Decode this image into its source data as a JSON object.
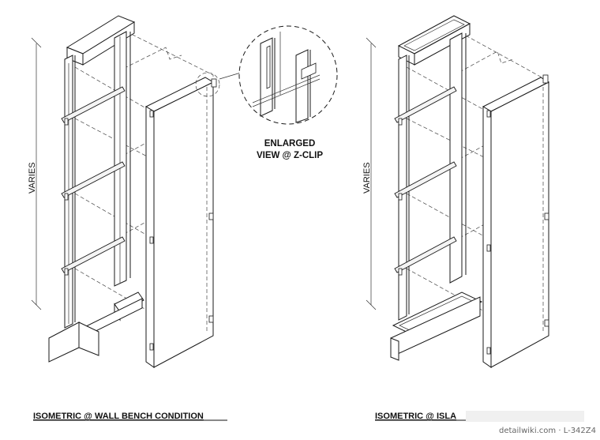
{
  "labels": {
    "dim_left": "VARIES",
    "dim_right": "VARIES",
    "callout_line1": "ENLARGED",
    "callout_line2": "VIEW @ Z-CLIP",
    "title_left": "ISOMETRIC @ WALL BENCH CONDITION",
    "title_right": "ISOMETRIC @ ISLA",
    "watermark": "detailwiki.com · L-342Z4"
  }
}
